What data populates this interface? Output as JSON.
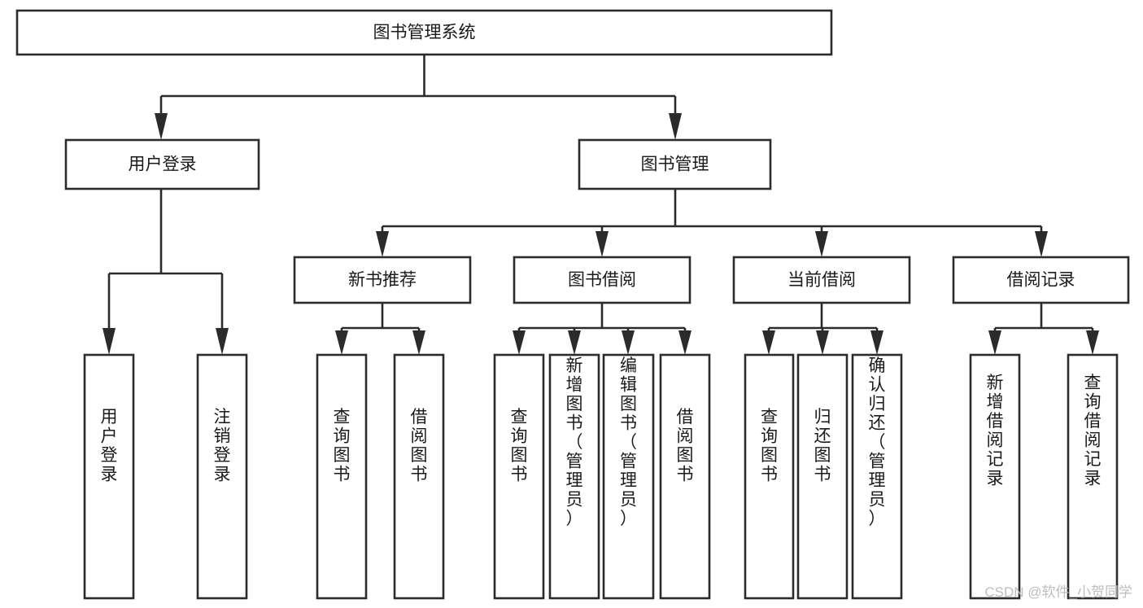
{
  "diagram": {
    "type": "tree-hierarchy",
    "title": "图书管理系统",
    "orientation": "top-down",
    "watermark": "CSDN @软件_小贺同学",
    "levels": 4,
    "nodes": {
      "root": {
        "label": "图书管理系统",
        "level": 0
      },
      "l1": [
        {
          "id": "user-login",
          "label": "用户登录",
          "level": 1
        },
        {
          "id": "book-manage",
          "label": "图书管理",
          "level": 1
        }
      ],
      "l2": [
        {
          "id": "new-book-recommend",
          "label": "新书推荐",
          "level": 2,
          "parent": "book-manage"
        },
        {
          "id": "book-borrow",
          "label": "图书借阅",
          "level": 2,
          "parent": "book-manage"
        },
        {
          "id": "current-borrow",
          "label": "当前借阅",
          "level": 2,
          "parent": "book-manage"
        },
        {
          "id": "borrow-record",
          "label": "借阅记录",
          "level": 2,
          "parent": "book-manage"
        }
      ],
      "leaves": {
        "user-login": [
          {
            "id": "leaf-user-login",
            "label": "用户登录"
          },
          {
            "id": "leaf-logout-login",
            "label": "注销登录"
          }
        ],
        "new-book-recommend": [
          {
            "id": "leaf-query-book-1",
            "label": "查询图书"
          },
          {
            "id": "leaf-borrow-book-1",
            "label": "借阅图书"
          }
        ],
        "book-borrow": [
          {
            "id": "leaf-query-book-2",
            "label": "查询图书"
          },
          {
            "id": "leaf-add-book",
            "label": "新增图书（管理员）"
          },
          {
            "id": "leaf-edit-book",
            "label": "编辑图书（管理员）"
          },
          {
            "id": "leaf-borrow-book-2",
            "label": "借阅图书"
          }
        ],
        "current-borrow": [
          {
            "id": "leaf-query-book-3",
            "label": "查询图书"
          },
          {
            "id": "leaf-return-book",
            "label": "归还图书"
          },
          {
            "id": "leaf-confirm-return",
            "label": "确认归还（管理员）"
          }
        ],
        "borrow-record": [
          {
            "id": "leaf-add-record",
            "label": "新增借阅记录"
          },
          {
            "id": "leaf-query-record",
            "label": "查询借阅记录"
          }
        ]
      }
    },
    "colors": {
      "box_fill": "#ffffff",
      "box_stroke": "#2b2b2b",
      "text": "#1a1a1a",
      "connector": "#2b2b2b",
      "watermark": "#bdbdbd",
      "background": "#ffffff"
    }
  }
}
